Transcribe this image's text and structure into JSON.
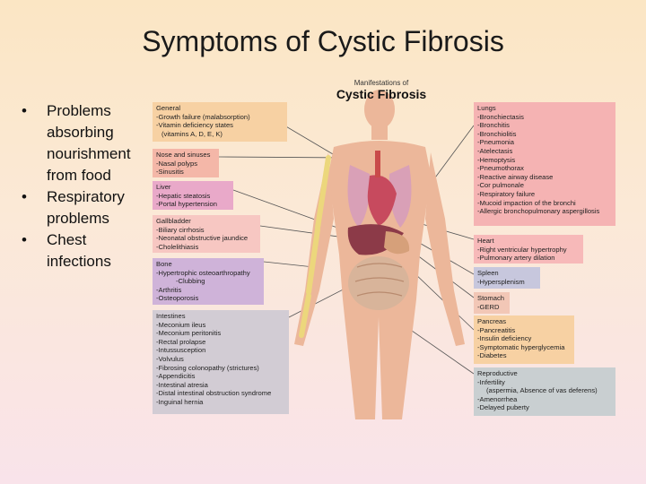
{
  "title": "Symptoms of Cystic Fibrosis",
  "bullets": [
    "Problems absorbing nourishment from food",
    "Respiratory problems",
    "Chest infections"
  ],
  "figure": {
    "supertitle": "Manifestations of",
    "title": "Cystic Fibrosis",
    "boxes": {
      "general": {
        "heading": "General",
        "items": [
          "-Growth failure (malabsorption)",
          "-Vitamin deficiency states",
          "(vitamins A, D, E, K)"
        ]
      },
      "nose": {
        "heading": "Nose and sinuses",
        "items": [
          "-Nasal polyps",
          "-Sinusitis"
        ]
      },
      "liver": {
        "heading": "Liver",
        "items": [
          "-Hepatic steatosis",
          "-Portal hypertension"
        ]
      },
      "gall": {
        "heading": "Gallbladder",
        "items": [
          "-Biliary cirrhosis",
          "-Neonatal obstructive jaundice",
          "-Cholelithiasis"
        ]
      },
      "bone": {
        "heading": "Bone",
        "items": [
          "-Hypertrophic osteoarthropathy",
          "-Clubbing",
          "-Arthritis",
          "-Osteoporosis"
        ]
      },
      "intestines": {
        "heading": "Intestines",
        "items": [
          "-Meconium ileus",
          "-Meconium peritonitis",
          "-Rectal prolapse",
          "-Intussusception",
          "-Volvulus",
          "-Fibrosing colonopathy (strictures)",
          "-Appendicitis",
          "-Intestinal atresia",
          "-Distal intestinal obstruction syndrome",
          "-Inguinal hernia"
        ]
      },
      "lungs": {
        "heading": "Lungs",
        "items": [
          "-Bronchiectasis",
          "-Bronchitis",
          "-Bronchiolitis",
          "-Pneumonia",
          "-Atelectasis",
          "-Hemoptysis",
          "-Pneumothorax",
          "-Reactive airway disease",
          "-Cor pulmonale",
          "-Respiratory failure",
          "-Mucoid impaction of the bronchi",
          "-Allergic bronchopulmonary aspergillosis"
        ]
      },
      "heart": {
        "heading": "Heart",
        "items": [
          "-Right ventricular hypertrophy",
          "-Pulmonary artery dilation"
        ]
      },
      "spleen": {
        "heading": "Spleen",
        "items": [
          "-Hypersplenism"
        ]
      },
      "stomach": {
        "heading": "Stomach",
        "items": [
          "-GERD"
        ]
      },
      "pancreas": {
        "heading": "Pancreas",
        "items": [
          "-Pancreatitis",
          "-Insulin deficiency",
          "-Symptomatic hyperglycemia",
          "-Diabetes"
        ]
      },
      "repro": {
        "heading": "Reproductive",
        "items": [
          "-Infertility",
          "(aspermia, Absence of vas deferens)",
          "-Amenorrhea",
          "-Delayed puberty"
        ]
      }
    }
  }
}
